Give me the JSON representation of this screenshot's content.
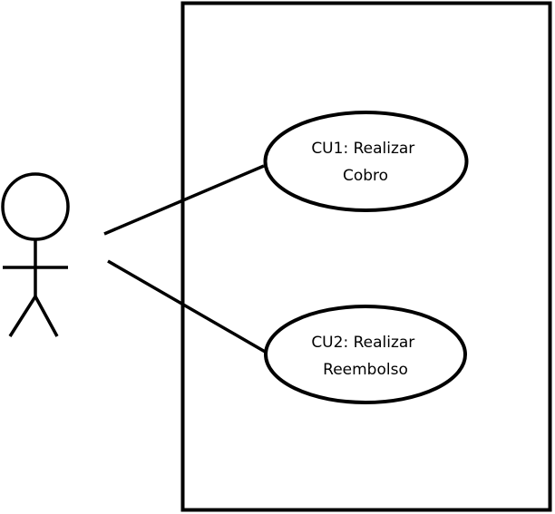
{
  "diagram": {
    "use_cases": [
      {
        "lines": [
          "CU1: Realizar",
          "Cobro"
        ]
      },
      {
        "lines": [
          "CU2: Realizar",
          "Reembolso"
        ]
      }
    ]
  }
}
